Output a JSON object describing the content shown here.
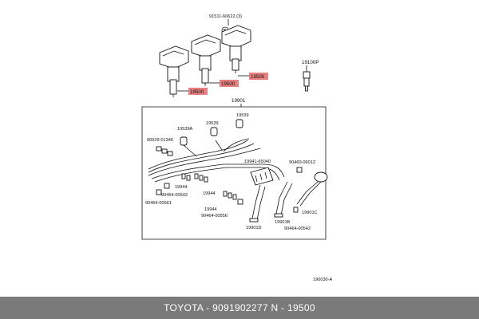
{
  "labels": {
    "bolt": "91511-60622 (3)",
    "marker": "B",
    "coil_a": "19500",
    "coil_b": "19500",
    "coil_c": "19500",
    "plug": "19100P",
    "cord_set": "19901",
    "p19539a": "19539A",
    "p19539_1": "19539",
    "p19539_2": "19539",
    "p90929": "90929-01346",
    "p19941": "19941-65040",
    "p90460": "90460-06012",
    "p19944_1": "19944",
    "p19944_2": "19944",
    "p19944_3": "19944",
    "p90464_542": "90464-00542",
    "p90464_561": "90464-00561",
    "p90464_556": "90464-00556",
    "p19901d": "19901D",
    "p19901b": "19901B",
    "p19901c": "19901C",
    "p90464_542b": "90464-00542",
    "diagram_code": "190030-A"
  },
  "footer": {
    "text": "TOYOTA - 9091902277      N - 19500"
  },
  "colors": {
    "highlight": "#e36a6a",
    "footer_bg": "#7a7a7a"
  }
}
